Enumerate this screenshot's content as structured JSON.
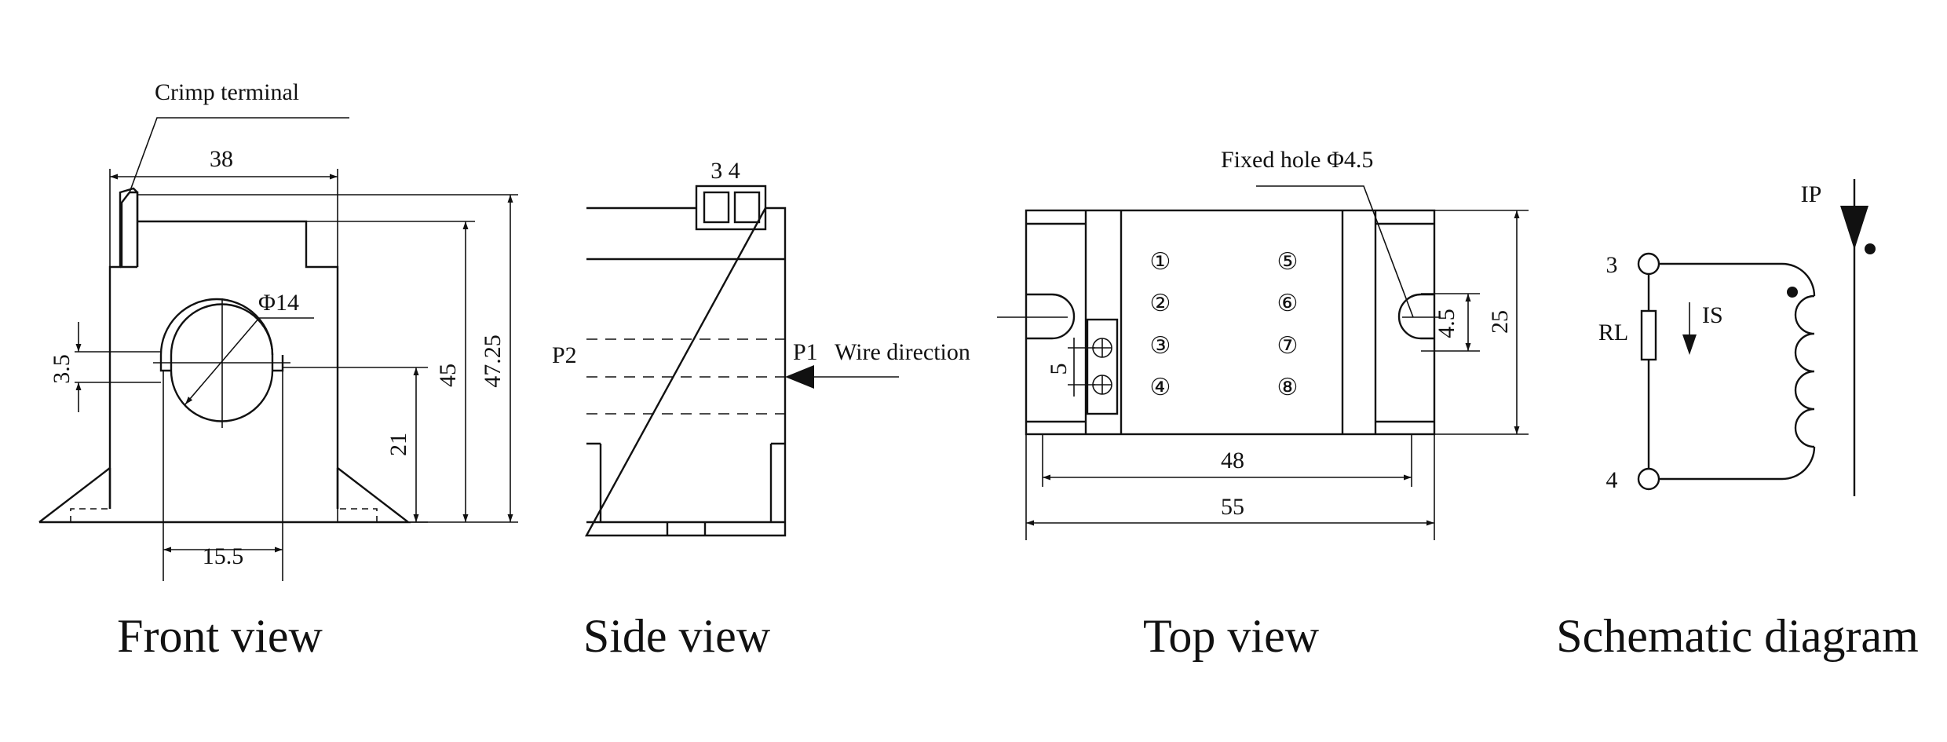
{
  "front_view": {
    "title": "Front view",
    "callout": "Crimp terminal",
    "dims": {
      "width": "38",
      "hole": "Φ14",
      "key": "3.5",
      "half_width": "15.5",
      "center_height": "21",
      "body_height": "45",
      "total_height": "47.25"
    }
  },
  "side_view": {
    "title": "Side view",
    "terminals": "3 4",
    "p2": "P2",
    "p1": "P1",
    "wire_direction": "Wire direction"
  },
  "top_view": {
    "title": "Top view",
    "callout": "Fixed hole Φ4.5",
    "pins_left": [
      "①",
      "②",
      "③",
      "④"
    ],
    "pins_right": [
      "⑤",
      "⑥",
      "⑦",
      "⑧"
    ],
    "dims": {
      "pitch": "5",
      "slot": "4.5",
      "height": "25",
      "hole_spacing": "48",
      "length": "55"
    }
  },
  "schematic": {
    "title": "Schematic diagram",
    "terminal_top": "3",
    "terminal_bottom": "4",
    "load": "RL",
    "secondary_current": "IS",
    "primary_current": "IP"
  }
}
